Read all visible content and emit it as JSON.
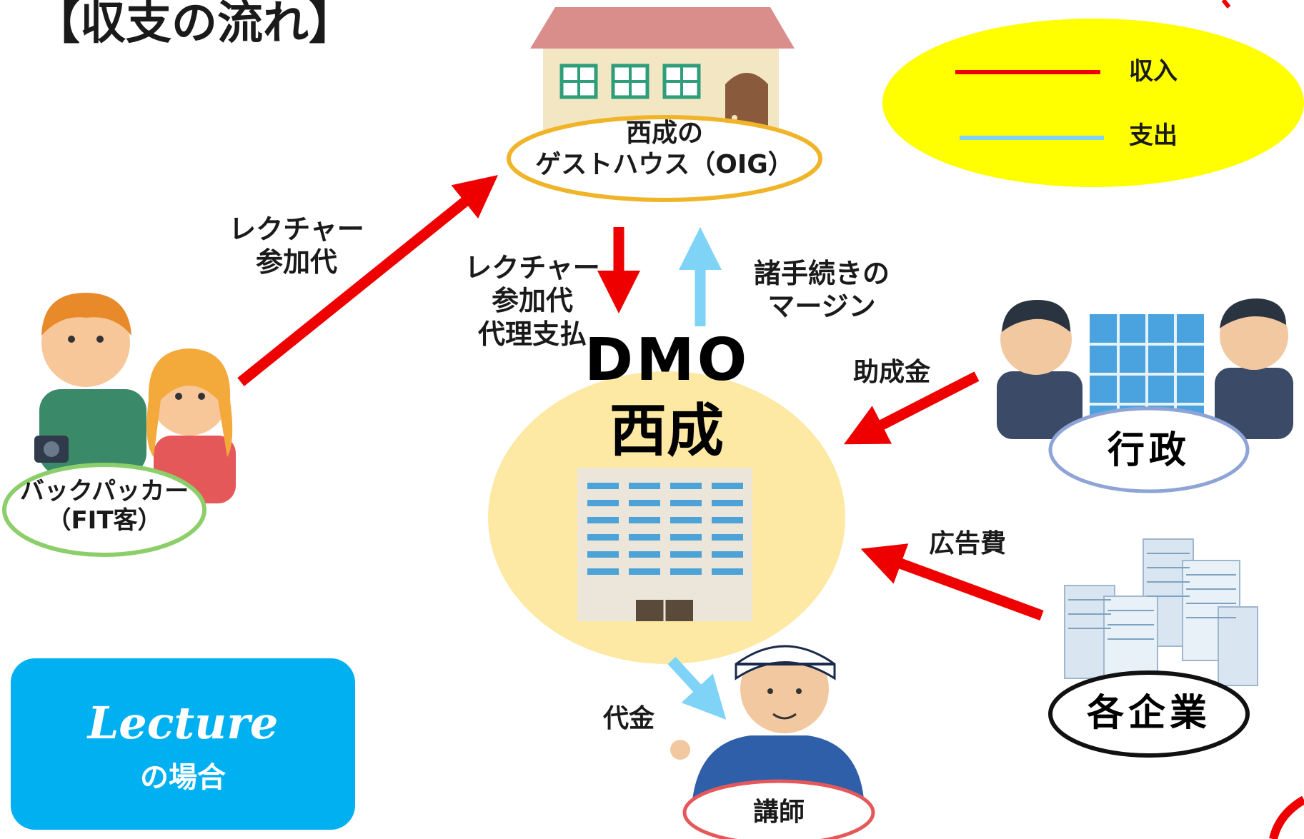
{
  "title": "【収支の流れ】",
  "legend": {
    "income": "収入",
    "expense": "支出",
    "income_color": "#ee0000",
    "expense_color": "#7fd3f7",
    "bg": "#ffff00"
  },
  "nodes": {
    "guesthouse": {
      "line1": "西成の",
      "line2": "ゲストハウス（OIG）"
    },
    "backpacker": {
      "line1": "バックパッカー",
      "line2": "（FIT客）"
    },
    "dmo": {
      "line1": "DMO",
      "line2": "西成"
    },
    "government": {
      "label": "行政"
    },
    "companies": {
      "label": "各企業"
    },
    "lecturer": {
      "label": "講師"
    }
  },
  "flows": {
    "fit_to_oig": {
      "line1": "レクチャー",
      "line2": "参加代"
    },
    "oig_to_dmo": {
      "line1": "レクチャー",
      "line2": "参加代",
      "line3": "代理支払"
    },
    "dmo_to_oig": {
      "line1": "諸手続きの",
      "line2": "マージン"
    },
    "gov_to_dmo": "助成金",
    "comp_to_dmo": "広告費",
    "dmo_to_lecturer": "代金"
  },
  "badge": {
    "line1": "Lecture",
    "line2": "の場合",
    "color": "#00b0f0"
  }
}
